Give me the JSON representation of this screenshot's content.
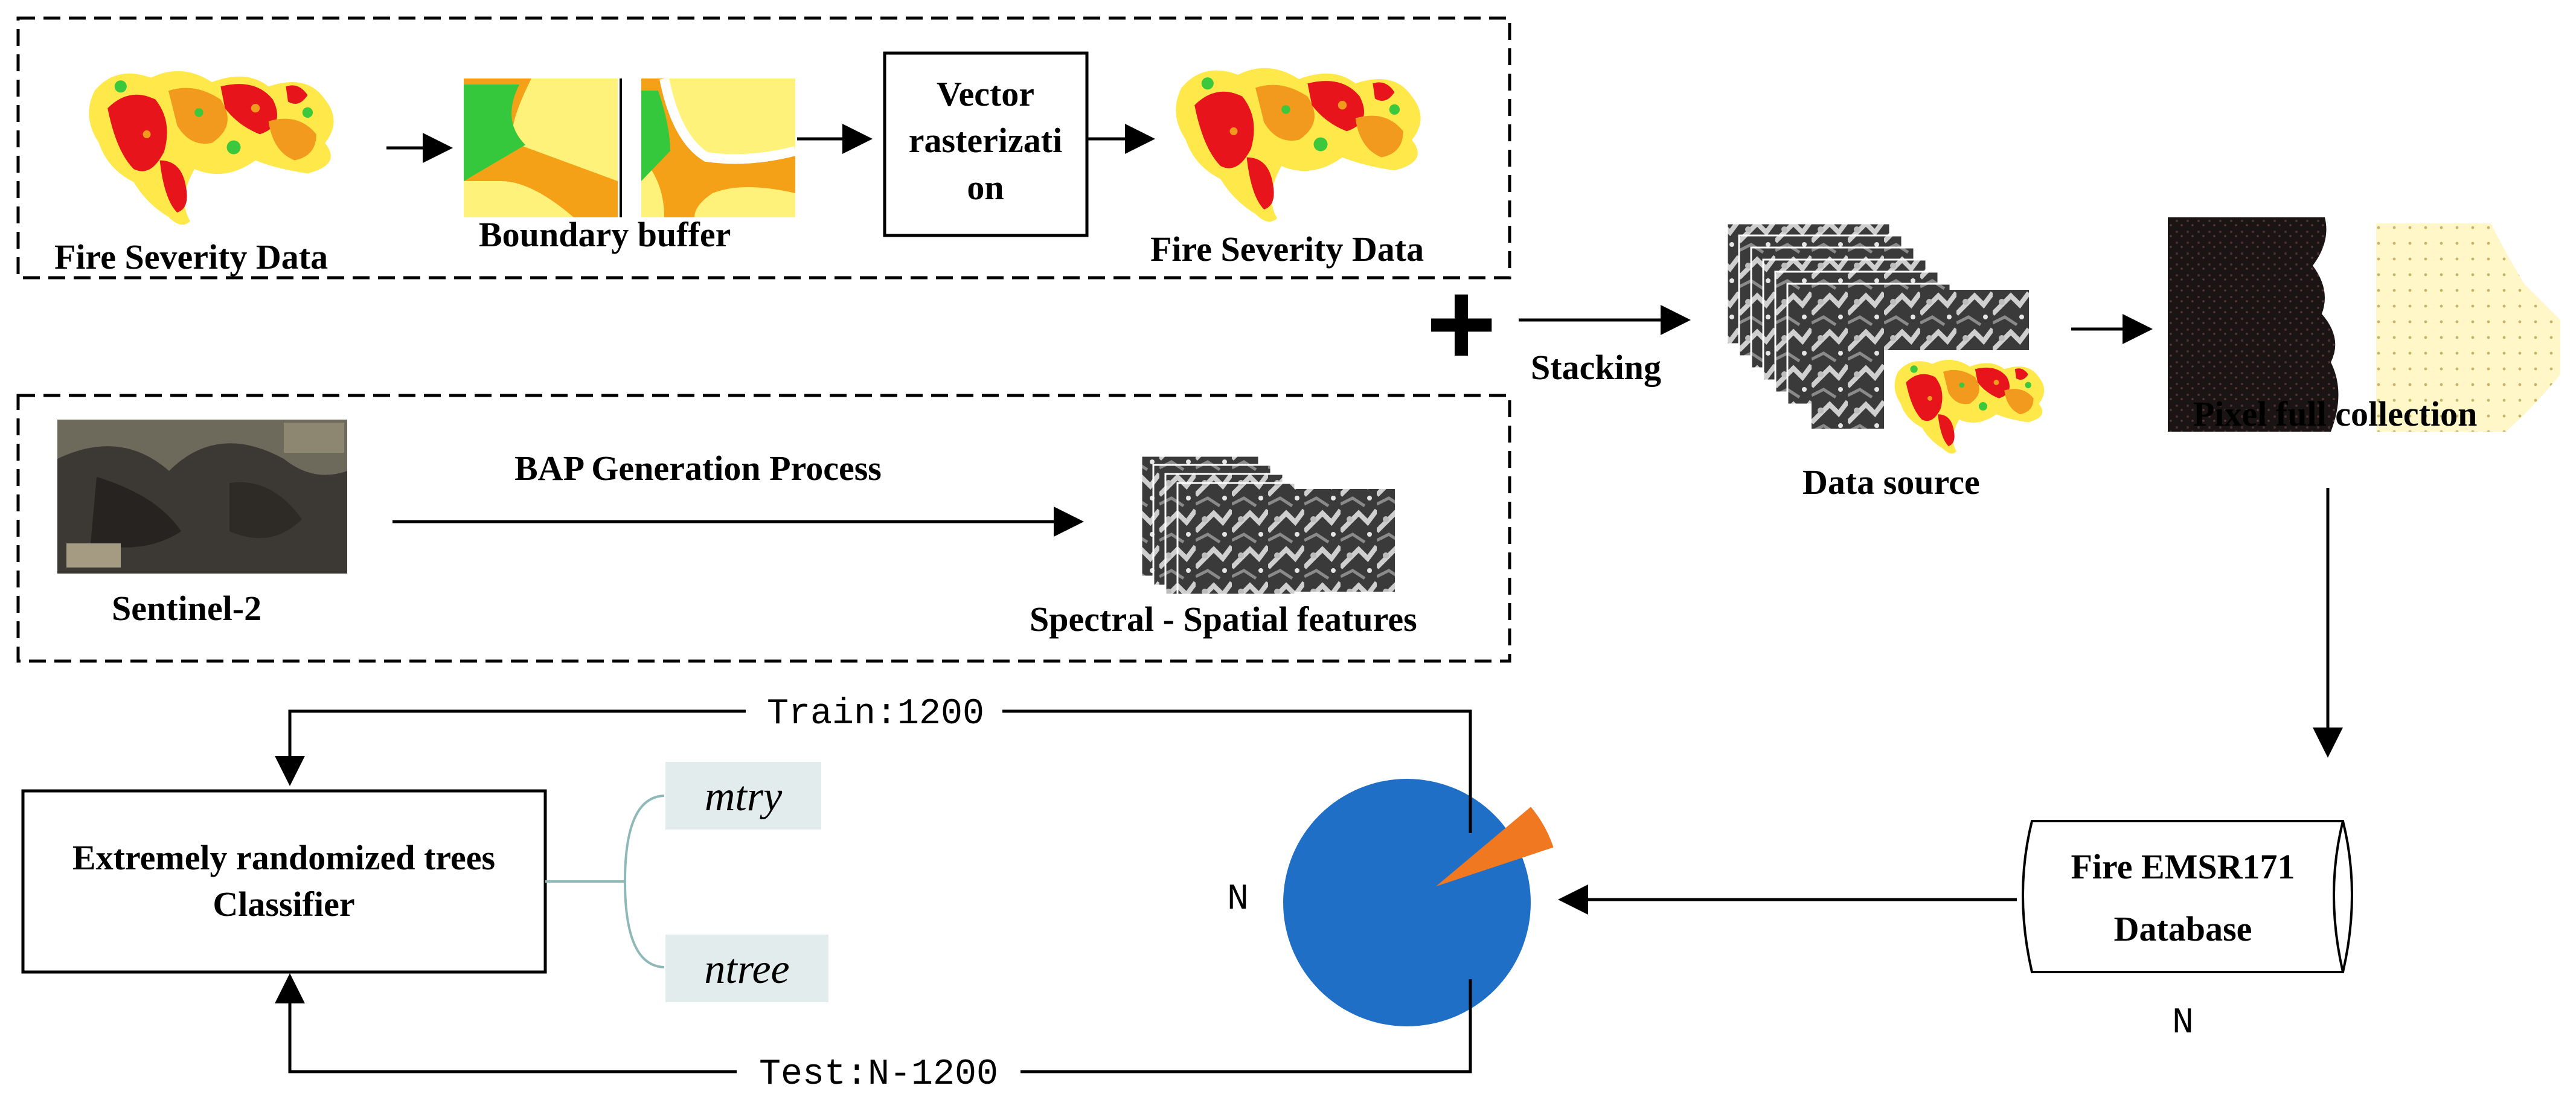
{
  "top_group": {
    "input_label": "Fire Severity Data",
    "buffer_label": "Boundary buffer",
    "raster_box": [
      "Vector",
      "rasterizati",
      "on"
    ],
    "output_label": "Fire Severity Data"
  },
  "plus_symbol": "+",
  "stacking_label": "Stacking",
  "bottom_group": {
    "sentinel_label": "Sentinel-2",
    "process_label": "BAP Generation Process",
    "features_label": "Spectral - Spatial features"
  },
  "data_source_label": "Data source",
  "pixel_label": "Pixel full collection",
  "database": {
    "lines": [
      "Fire EMSR171",
      "Database"
    ],
    "n_label": "N"
  },
  "pie": {
    "n_label": "N",
    "train_fraction": 0.06,
    "colors": {
      "main": "#1f6fc7",
      "slice": "#f07820"
    }
  },
  "train_label": "Train:1200",
  "test_label": "Test:N-1200",
  "classifier_lines": [
    "Extremely randomized trees",
    "Classifier"
  ],
  "params": [
    "mtry",
    "ntree"
  ],
  "colors": {
    "fire_red": "#e8141c",
    "fire_orange": "#f29a1e",
    "fire_yellow": "#ffe84a",
    "fire_green": "#3cc83c",
    "param_bg": "#e3ecec",
    "param_line": "#8fb9b9"
  }
}
